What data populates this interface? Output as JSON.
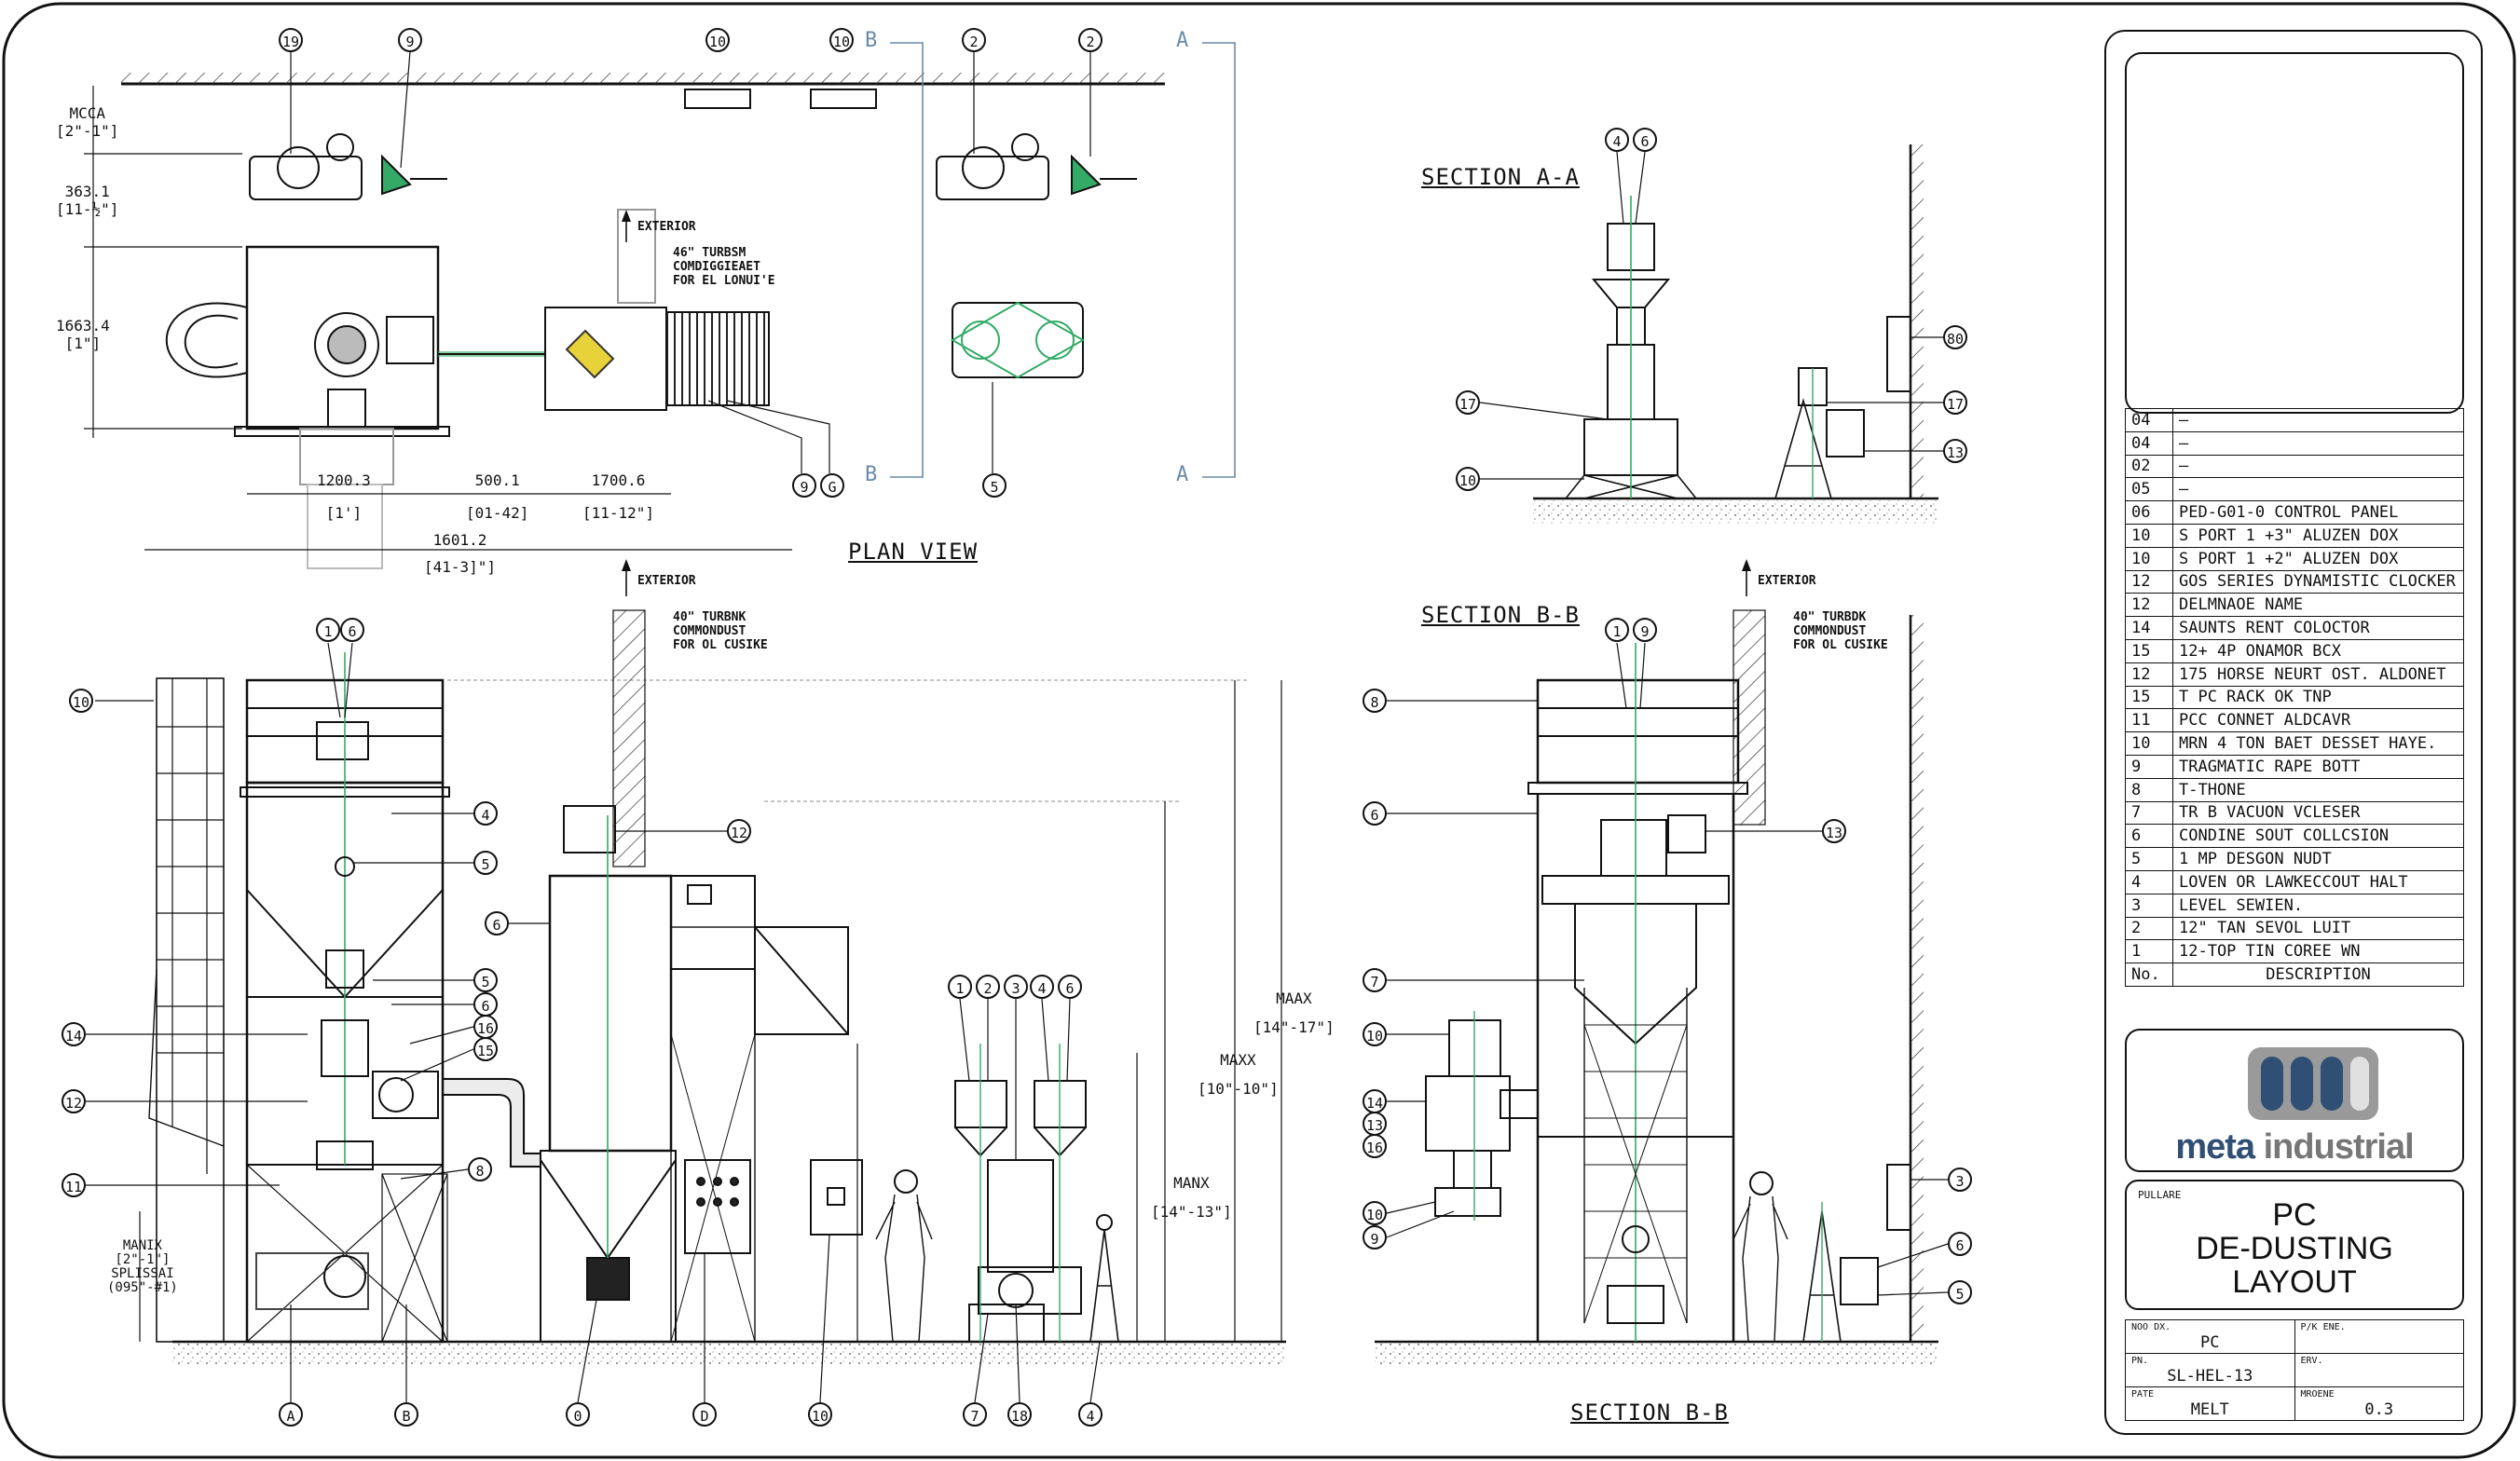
{
  "drawing": {
    "plan_view": {
      "title": "PLAN VIEW",
      "left_dims": [
        {
          "value": "MCCA",
          "sub": "[2\"-1\"]"
        },
        {
          "value": "363.1",
          "sub": "[11-½\"]"
        },
        {
          "value": "1663.4",
          "sub": "[1\"]"
        }
      ],
      "bottom_dims": [
        {
          "value": "1200.3",
          "sub": "[1']"
        },
        {
          "value": "500.1",
          "sub": "[01-42]"
        },
        {
          "value": "1700.6",
          "sub": "[11-12\"]"
        }
      ],
      "overall_dim": {
        "value": "1601.2",
        "sub": "[41-3]\"]"
      },
      "exterior_label": "EXTERIOR",
      "duct_note": [
        "46\" TURBSM",
        "COMDIGGIEAET",
        "FOR EL LONUI'E"
      ],
      "section_markers": [
        "B",
        "B",
        "A",
        "A"
      ],
      "balloons": [
        "19",
        "9",
        "10",
        "10",
        "2",
        "2",
        "9",
        "G",
        "5"
      ]
    },
    "front_elevation": {
      "exterior_label": "EXTERIOR",
      "duct_note": [
        "40\" TURBNK",
        "COMMONDUST",
        "FOR OL CUSIKE"
      ],
      "height_dims": [
        {
          "value": "MAAX",
          "sub": "[14\"-17\"]"
        },
        {
          "value": "MAXX",
          "sub": "[10\"-10\"]"
        },
        {
          "value": "MANX",
          "sub": "[14\"-13\"]"
        }
      ],
      "left_dim": {
        "value": "MANIX",
        "sub": "[2\"-1\"]",
        "extra": [
          "SPLISSAI",
          "(095\"-#1)"
        ]
      },
      "balloons": [
        "10",
        "1",
        "6",
        "4",
        "5",
        "5",
        "6",
        "16",
        "15",
        "14",
        "12",
        "8",
        "11",
        "6",
        "12",
        "1",
        "2",
        "3",
        "4",
        "6"
      ],
      "bottom_balloons": [
        "A",
        "B",
        "0",
        "D",
        "10",
        "7",
        "18",
        "4"
      ]
    },
    "section_aa": {
      "title": "SECTION A-A",
      "balloons": [
        "4",
        "6",
        "17",
        "10",
        "80",
        "17",
        "13"
      ]
    },
    "section_bb": {
      "title": "SECTION B-B",
      "title_bottom": "SECTION B-B",
      "exterior_label": "EXTERIOR",
      "duct_note": [
        "40\" TURBDK",
        "COMMONDUST",
        "FOR OL CUSIKE"
      ],
      "balloons": [
        "1",
        "9",
        "8",
        "6",
        "13",
        "7",
        "10",
        "14",
        "13",
        "16",
        "10",
        "9",
        "3",
        "6",
        "5"
      ]
    }
  },
  "title_block": {
    "bom": [
      {
        "no": "04",
        "desc": "–"
      },
      {
        "no": "04",
        "desc": "–"
      },
      {
        "no": "02",
        "desc": "–"
      },
      {
        "no": "05",
        "desc": "–"
      },
      {
        "no": "06",
        "desc": "PED-G01-0 CONTROL PANEL"
      },
      {
        "no": "10",
        "desc": "S PORT 1 +3\" ALUZEN DOX"
      },
      {
        "no": "10",
        "desc": "S PORT 1 +2\" ALUZEN DOX"
      },
      {
        "no": "12",
        "desc": "GOS SERIES DYNAMISTIC CLOCKER"
      },
      {
        "no": "12",
        "desc": "DELMNAOE NAME"
      },
      {
        "no": "14",
        "desc": "SAUNTS RENT COLOCTOR"
      },
      {
        "no": "15",
        "desc": "12+ 4P ONAMOR BCX"
      },
      {
        "no": "12",
        "desc": "175 HORSE NEURT OST. ALDONET"
      },
      {
        "no": "15",
        "desc": "T PC RACK OK TNP"
      },
      {
        "no": "11",
        "desc": "PCC CONNET ALDCAVR"
      },
      {
        "no": "10",
        "desc": "MRN 4 TON BAET DESSET HAYE."
      },
      {
        "no": "9",
        "desc": "TRAGMATIC RAPE BOTT"
      },
      {
        "no": "8",
        "desc": "T-THONE"
      },
      {
        "no": "7",
        "desc": "TR B VACUON VCLESER"
      },
      {
        "no": "6",
        "desc": "CONDINE SOUT COLLCSION"
      },
      {
        "no": "5",
        "desc": "1 MP DESGON NUDT"
      },
      {
        "no": "4",
        "desc": "LOVEN OR LAWKECCOUT HALT"
      },
      {
        "no": "3",
        "desc": "LEVEL SEWIEN."
      },
      {
        "no": "2",
        "desc": "12\" TAN SEVOL LUIT"
      },
      {
        "no": "1",
        "desc": "12-TOP TIN COREE WN"
      }
    ],
    "bom_header": {
      "no": "No.",
      "desc": "DESCRIPTION"
    },
    "logo": {
      "word1": "meta",
      "word2": "industrial",
      "brand_color": "#2f4f74",
      "accent_color": "#777777"
    },
    "title_label": "PULLARE",
    "title_lines": [
      "PC",
      "DE-DUSTING",
      "LAYOUT"
    ],
    "fields": [
      {
        "key": "NOO DX.",
        "value": "PC"
      },
      {
        "key": "P/K ENE.",
        "value": ""
      },
      {
        "key": "PN.",
        "value": "SL-HEL-13"
      },
      {
        "key": "ERV.",
        "value": ""
      },
      {
        "key": "PATE",
        "value": "MELT"
      },
      {
        "key": "MROENE",
        "value": "0.3"
      }
    ]
  }
}
